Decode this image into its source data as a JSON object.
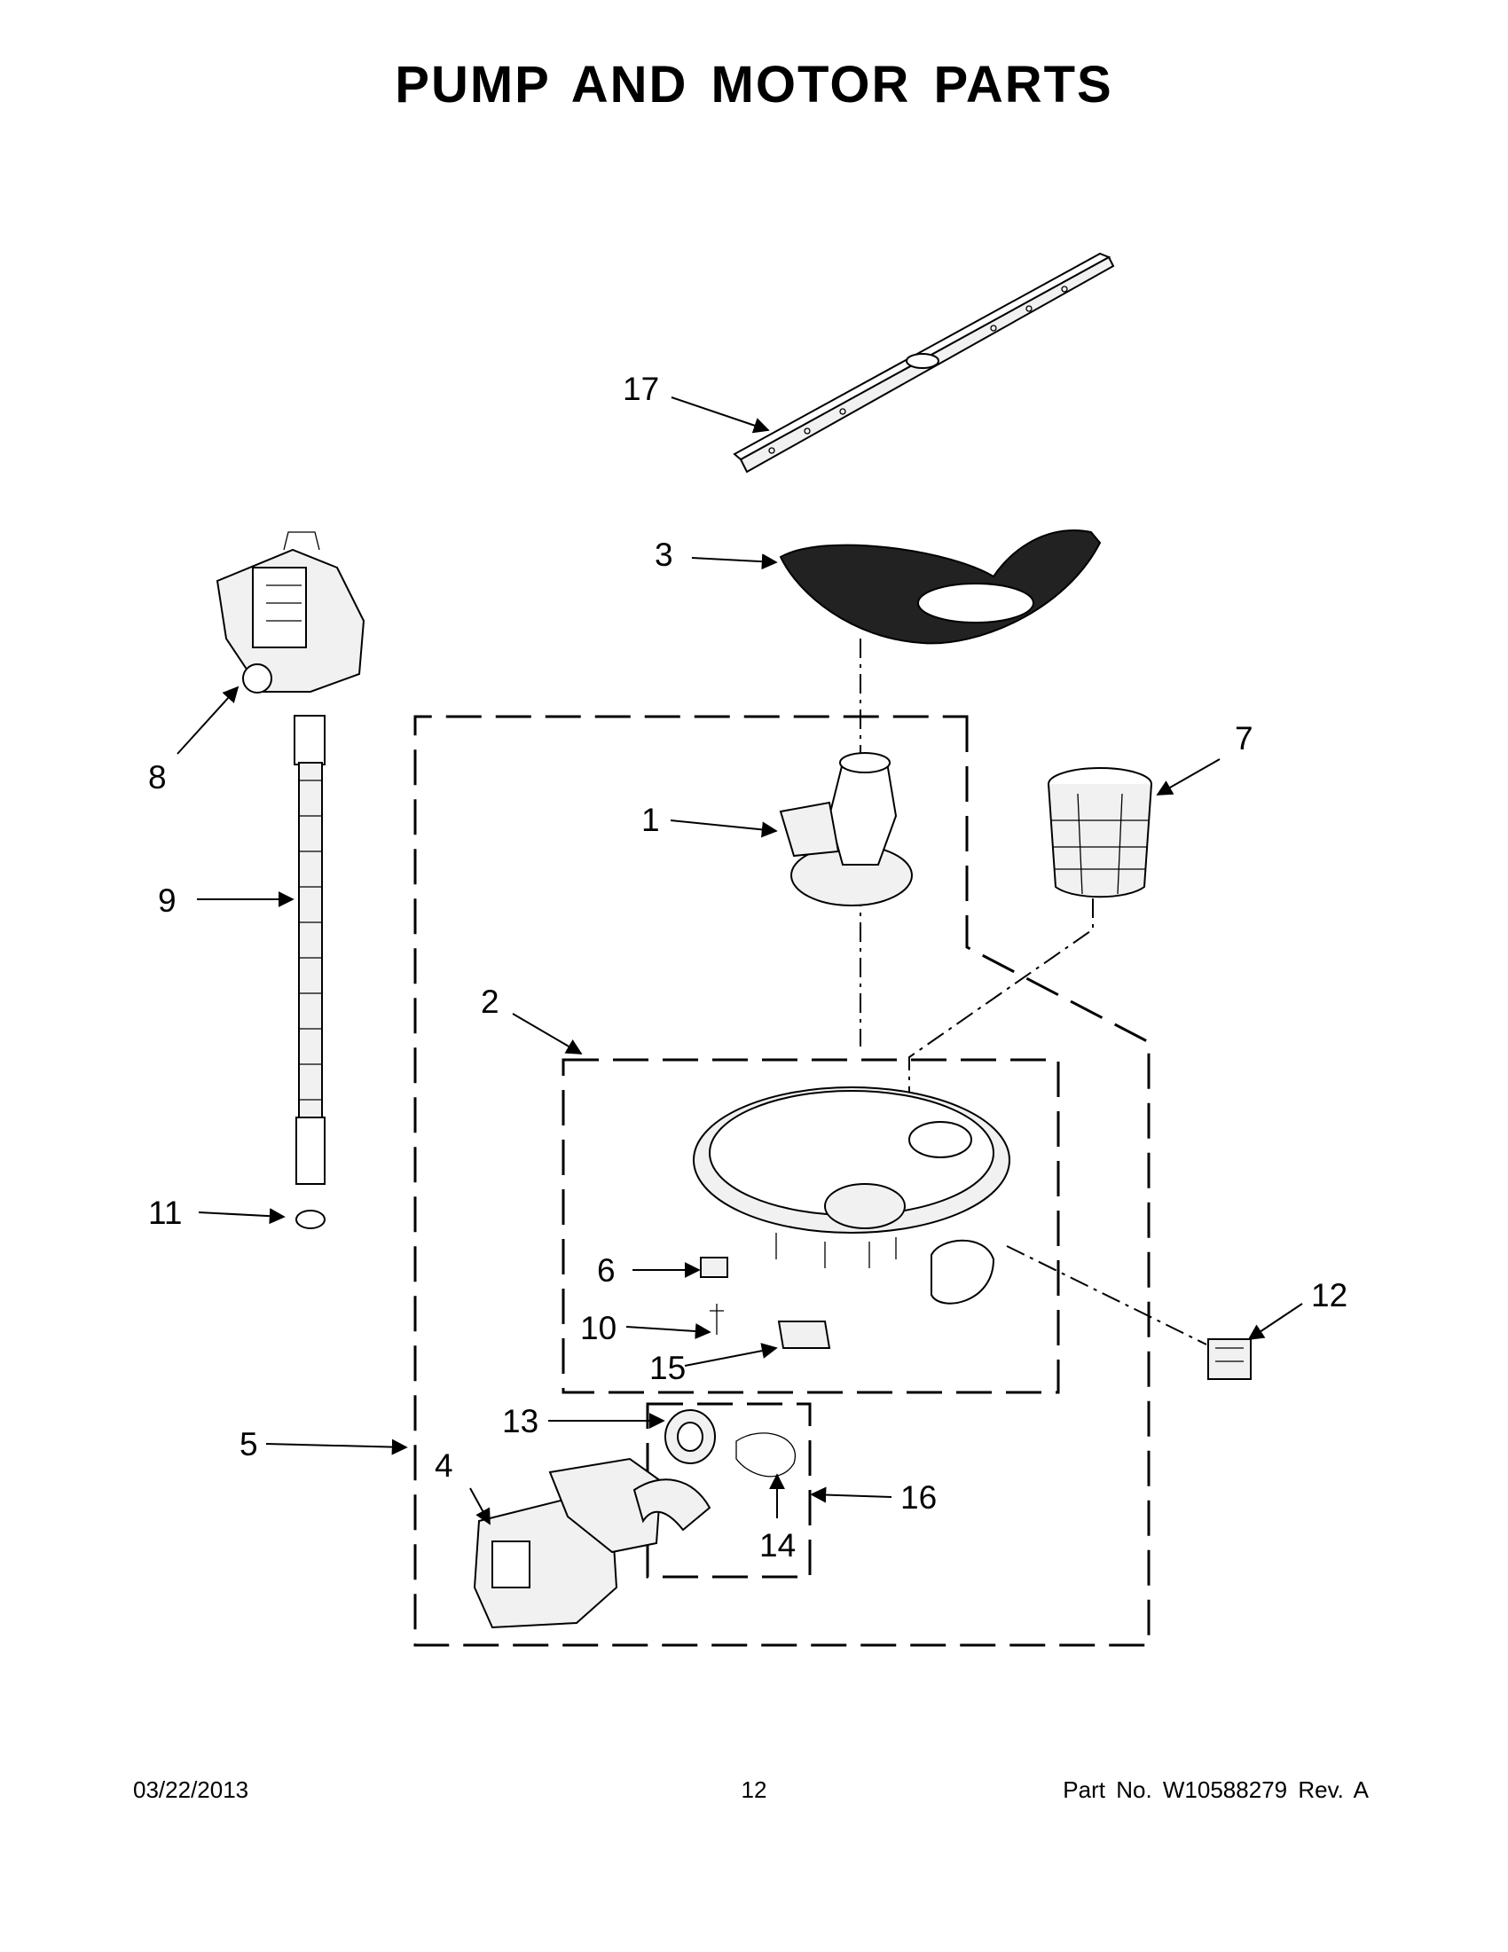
{
  "title": "PUMP AND MOTOR PARTS",
  "callouts": [
    "1",
    "2",
    "3",
    "4",
    "5",
    "6",
    "7",
    "8",
    "9",
    "10",
    "11",
    "12",
    "13",
    "14",
    "15",
    "16",
    "17"
  ],
  "footer": {
    "date": "03/22/2013",
    "page": "12",
    "part_no": "Part No.  W10588279  Rev.  A"
  }
}
